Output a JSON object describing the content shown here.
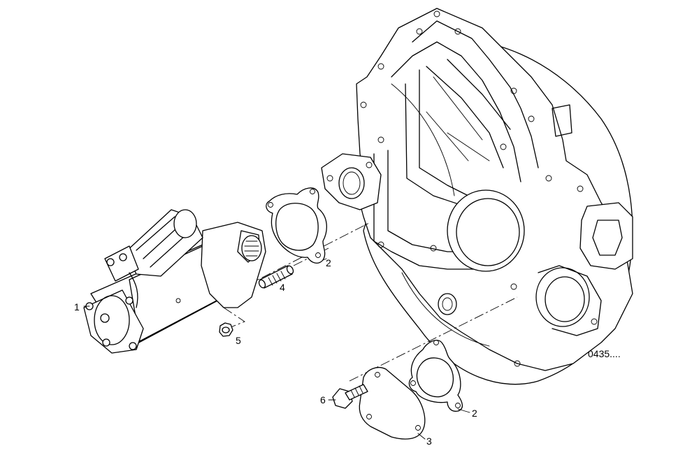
{
  "callouts": {
    "c1": "1",
    "c2a": "2",
    "c2b": "2",
    "c3": "3",
    "c4": "4",
    "c5": "5",
    "c6": "6"
  },
  "reference_code": "0435...."
}
